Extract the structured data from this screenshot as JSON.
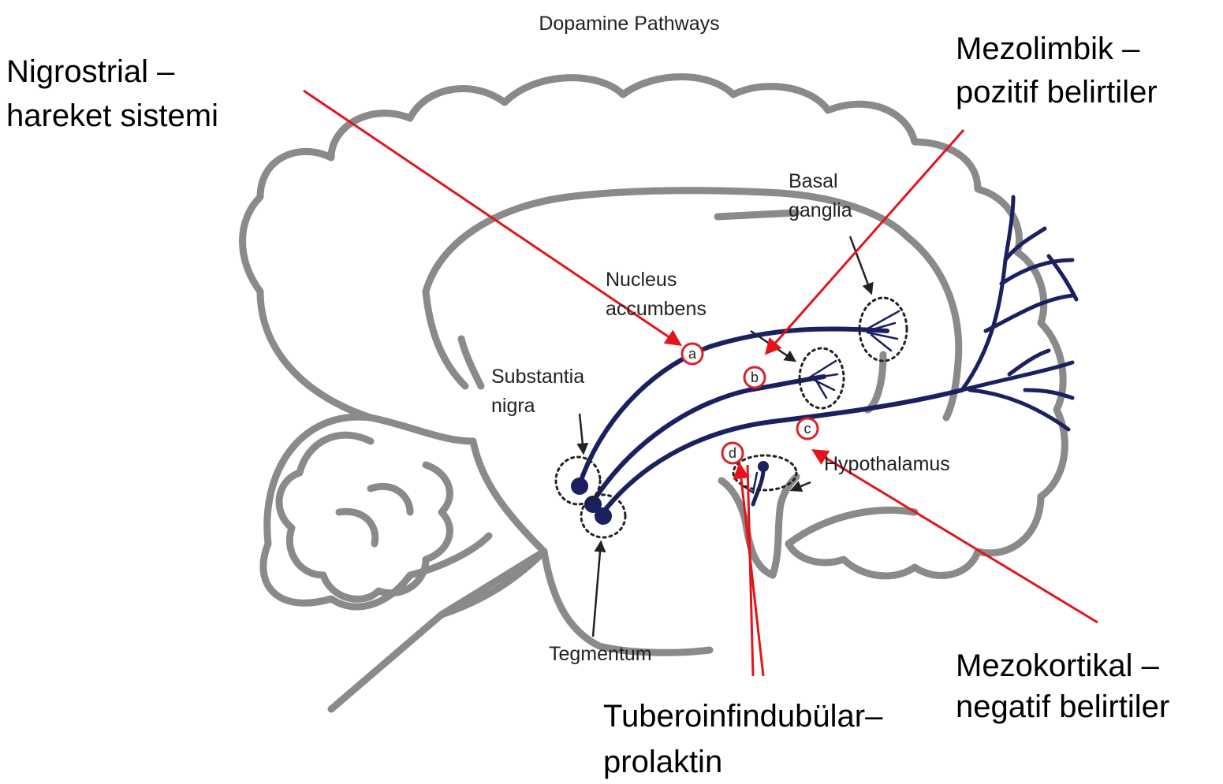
{
  "title": "Dopamine Pathways",
  "figure_labels": {
    "basal_ganglia_1": "Basal",
    "basal_ganglia_2": "ganglia",
    "nucleus_accumbens_1": "Nucleus",
    "nucleus_accumbens_2": "accumbens",
    "substantia_nigra_1": "Substantia",
    "substantia_nigra_2": "nigra",
    "hypothalamus": "Hypothalamus",
    "tegmentum": "Tegmentum"
  },
  "markers": [
    "a",
    "b",
    "c",
    "d"
  ],
  "annotations": {
    "nigrostrial_1": "Nigrostrial –",
    "nigrostrial_2": "hareket sistemi",
    "mezolimbik_1": "Mezolimbik –",
    "mezolimbik_2": "pozitif belirtiler",
    "mezokortikal_1": "Mezokortikal –",
    "mezokortikal_2": "negatif belirtiler",
    "tubero_1": "Tuberoinfindubülar–",
    "tubero_2": "prolaktin"
  },
  "colors": {
    "pathway": "#1a2060",
    "annotation_arrow": "#e3141b",
    "brain_outline": "#8a8a8a"
  }
}
